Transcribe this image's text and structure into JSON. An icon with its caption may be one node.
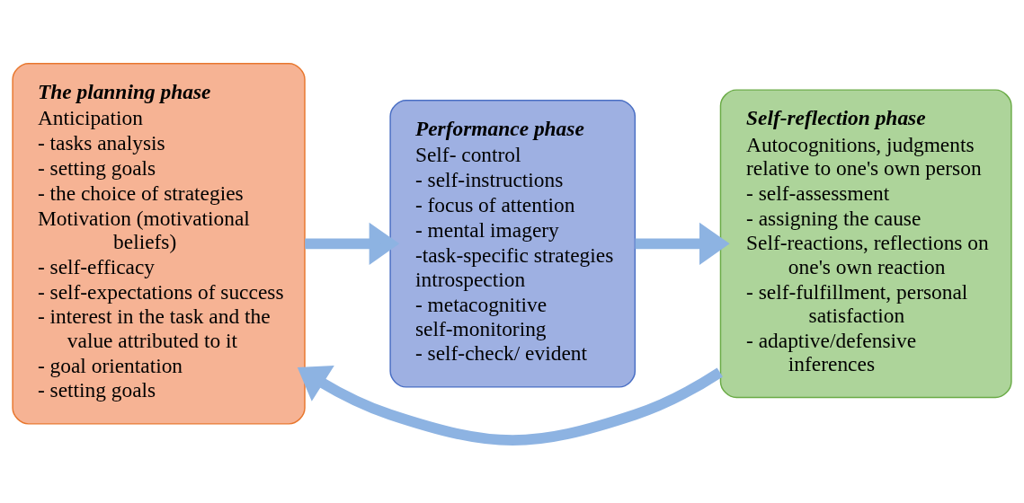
{
  "diagram": {
    "nodes": [
      {
        "text": [
          "The planning phase",
          "Anticipation",
          "- tasks analysis",
          "- setting goals",
          "- the choice of strategies",
          "Motivation (motivational beliefs)",
          "- self-efficacy",
          "- self-expectations of success",
          "- interest in the task and the value attributed to it",
          "- goal orientation",
          "- setting goals"
        ]
      },
      {
        "text": [
          "Performance phase",
          "Self- control",
          "- self-instructions",
          "- focus of attention",
          "- mental imagery",
          "-task-specific strategies",
          "introspection",
          "- metacognitive self-monitoring",
          "- self-check/ evident"
        ]
      },
      {
        "text": [
          "Self-reflection phase",
          "Autocognitions, judgments relative to one's own person",
          "- self-assessment",
          "- assigning the cause",
          "Self-reactions, reflections on one's own reaction",
          "- self-fulfillment, personal satisfaction",
          "- adaptive/defensive inferences"
        ]
      }
    ],
    "edges": [
      {
        "from": 0,
        "to": 1,
        "arrow": "to"
      },
      {
        "from": 1,
        "to": 2,
        "arrow": "to"
      },
      {
        "from": 2,
        "to": 0,
        "arrow": "to"
      }
    ]
  }
}
